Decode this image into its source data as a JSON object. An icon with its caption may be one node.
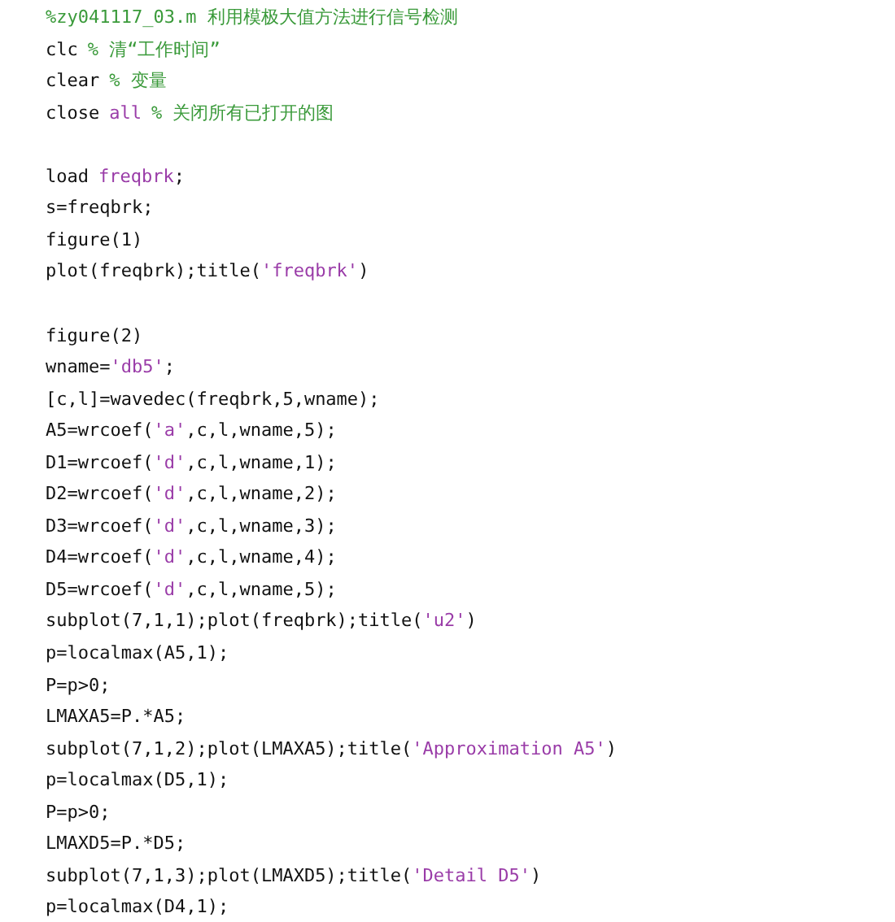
{
  "diagram": {
    "labels": [
      "%zy041117_03.m 利用模极大值方法进行信号检测",
      "clc",
      "% 清“工作时间”",
      "clear",
      "% 变量",
      "close",
      "all",
      "% 关闭所有已打开的图",
      "load",
      "freqbrk",
      ";",
      "s=freqbrk;",
      "figure(1)",
      "plot(freqbrk);title(",
      "'freqbrk'",
      ")",
      "figure(2)",
      "wname=",
      "'db5'",
      ";",
      "[c,l]=wavedec(freqbrk,5,wname);",
      "A5=wrcoef(",
      "'a'",
      ",c,l,wname,5);",
      "D1=wrcoef(",
      "'d'",
      ",c,l,wname,1);",
      "D2=wrcoef(",
      "'d'",
      ",c,l,wname,2);",
      "D3=wrcoef(",
      "'d'",
      ",c,l,wname,3);",
      "D4=wrcoef(",
      "'d'",
      ",c,l,wname,4);",
      "D5=wrcoef(",
      "'d'",
      ",c,l,wname,5);",
      "subplot(7,1,1);plot(freqbrk);title(",
      "'u2'",
      ")",
      "p=localmax(A5,1);",
      "P=p>0;",
      "LMAXA5=P.*A5;",
      "subplot(7,1,2);plot(LMAXA5);title(",
      "'Approximation A5'",
      ")",
      "p=localmax(D5,1);",
      "P=p>0;",
      "LMAXD5=P.*D5;",
      "subplot(7,1,3);plot(LMAXD5);title(",
      "'Detail D5'",
      ")",
      "p=localmax(D4,1);"
    ]
  }
}
